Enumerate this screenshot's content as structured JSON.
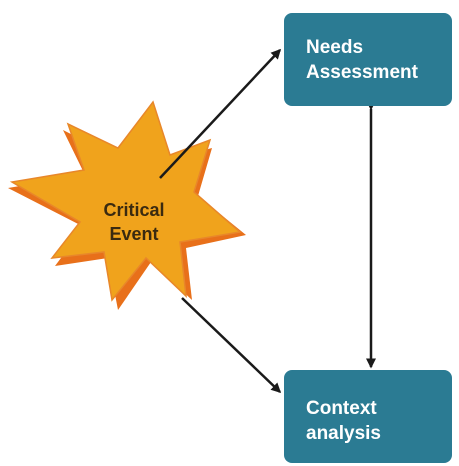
{
  "nodes": {
    "critical_event": {
      "line1": "Critical",
      "line2": "Event"
    },
    "needs_assessment": {
      "line1": "Needs",
      "line2": "Assessment"
    },
    "context_analysis": {
      "line1": "Context",
      "line2": "analysis"
    }
  },
  "colors": {
    "box_fill": "#2b7b93",
    "burst_fill": "#f0a31c",
    "burst_shadow": "#e8701a",
    "arrow": "#1a1a1a"
  },
  "edges": [
    {
      "from": "critical_event",
      "to": "needs_assessment",
      "direction": "forward"
    },
    {
      "from": "critical_event",
      "to": "context_analysis",
      "direction": "forward"
    },
    {
      "from": "needs_assessment",
      "to": "context_analysis",
      "direction": "bidirectional"
    }
  ]
}
